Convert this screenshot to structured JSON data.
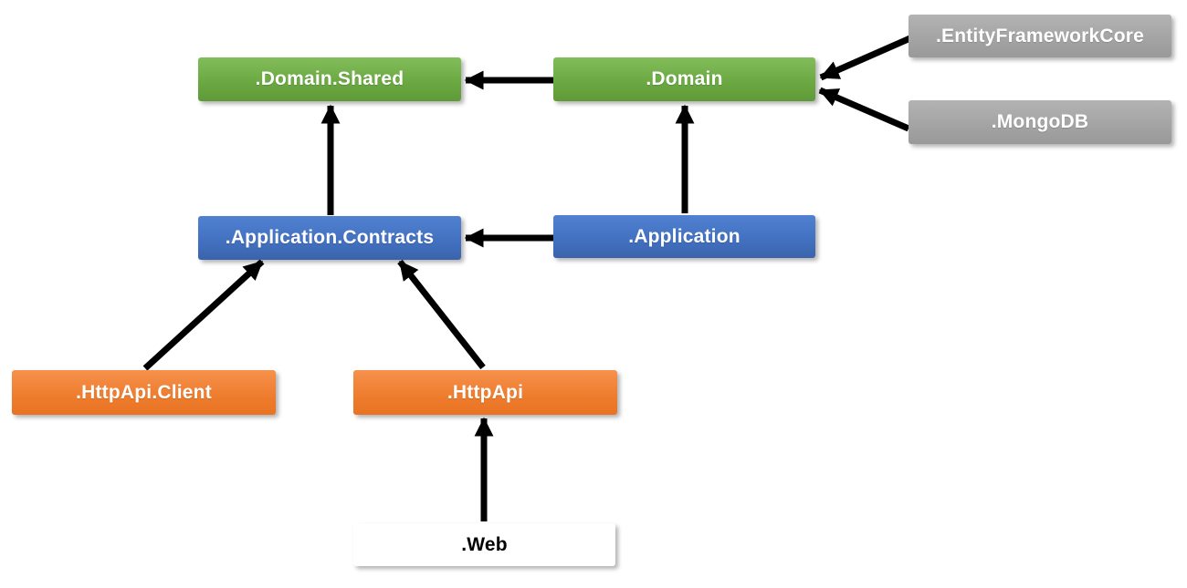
{
  "diagram": {
    "description": "Module dependency diagram",
    "nodes": [
      {
        "id": "domain-shared",
        "label": ".Domain.Shared",
        "color": "#70AD47"
      },
      {
        "id": "domain",
        "label": ".Domain",
        "color": "#70AD47"
      },
      {
        "id": "entity-framework-core",
        "label": ".EntityFrameworkCore",
        "color": "#A5A5A5"
      },
      {
        "id": "mongodb",
        "label": ".MongoDB",
        "color": "#A5A5A5"
      },
      {
        "id": "application-contracts",
        "label": ".Application.Contracts",
        "color": "#4472C4"
      },
      {
        "id": "application",
        "label": ".Application",
        "color": "#4472C4"
      },
      {
        "id": "httpapi-client",
        "label": ".HttpApi.Client",
        "color": "#ED7D31"
      },
      {
        "id": "httpapi",
        "label": ".HttpApi",
        "color": "#ED7D31"
      },
      {
        "id": "web",
        "label": ".Web",
        "color": "#FFC000"
      }
    ],
    "edges": [
      {
        "from": "domain",
        "to": "domain-shared"
      },
      {
        "from": "application-contracts",
        "to": "domain-shared"
      },
      {
        "from": "application",
        "to": "domain"
      },
      {
        "from": "entity-framework-core",
        "to": "domain"
      },
      {
        "from": "mongodb",
        "to": "domain"
      },
      {
        "from": "application",
        "to": "application-contracts"
      },
      {
        "from": "httpapi-client",
        "to": "application-contracts"
      },
      {
        "from": "httpapi",
        "to": "application-contracts"
      },
      {
        "from": "web",
        "to": "httpapi"
      }
    ],
    "edge_color": "#000000",
    "text_color_default": "#FFFFFF",
    "text_color_web": "#000000"
  }
}
